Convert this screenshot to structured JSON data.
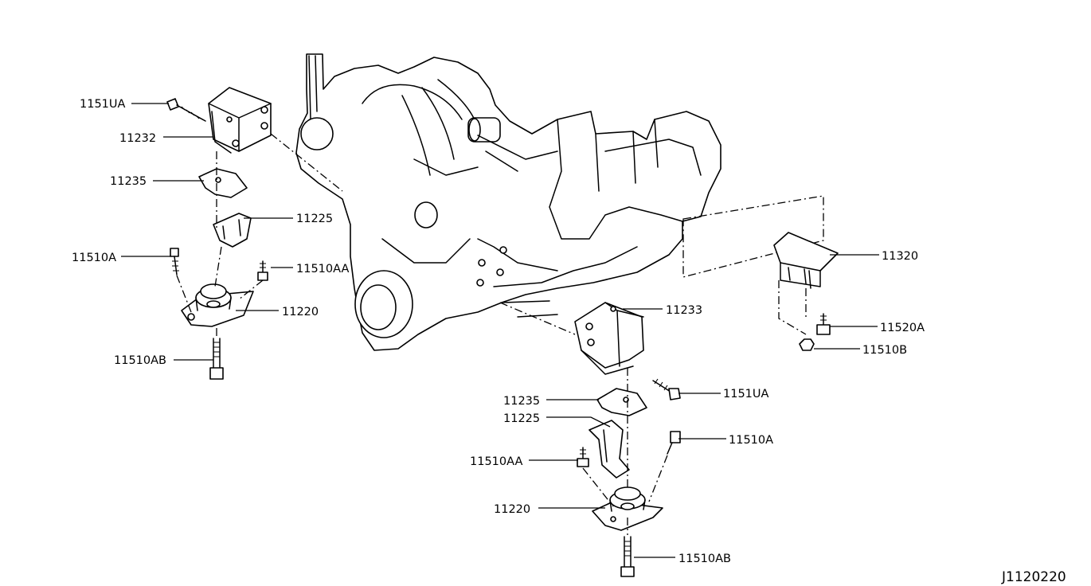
{
  "diagram_ref": "J1120220",
  "callouts": [
    {
      "id": "c1",
      "text": "1151UA"
    },
    {
      "id": "c2",
      "text": "11232"
    },
    {
      "id": "c3",
      "text": "11235"
    },
    {
      "id": "c4",
      "text": "11225"
    },
    {
      "id": "c5",
      "text": "11510A"
    },
    {
      "id": "c6",
      "text": "11510AA"
    },
    {
      "id": "c7",
      "text": "11220"
    },
    {
      "id": "c8",
      "text": "11510AB"
    },
    {
      "id": "c9",
      "text": "11233"
    },
    {
      "id": "c10",
      "text": "1151UA"
    },
    {
      "id": "c11",
      "text": "11235"
    },
    {
      "id": "c12",
      "text": "11225"
    },
    {
      "id": "c13",
      "text": "11510A"
    },
    {
      "id": "c14",
      "text": "11510AA"
    },
    {
      "id": "c15",
      "text": "11220"
    },
    {
      "id": "c16",
      "text": "11510AB"
    },
    {
      "id": "c17",
      "text": "11320"
    },
    {
      "id": "c18",
      "text": "11520A"
    },
    {
      "id": "c19",
      "text": "11510B"
    }
  ]
}
